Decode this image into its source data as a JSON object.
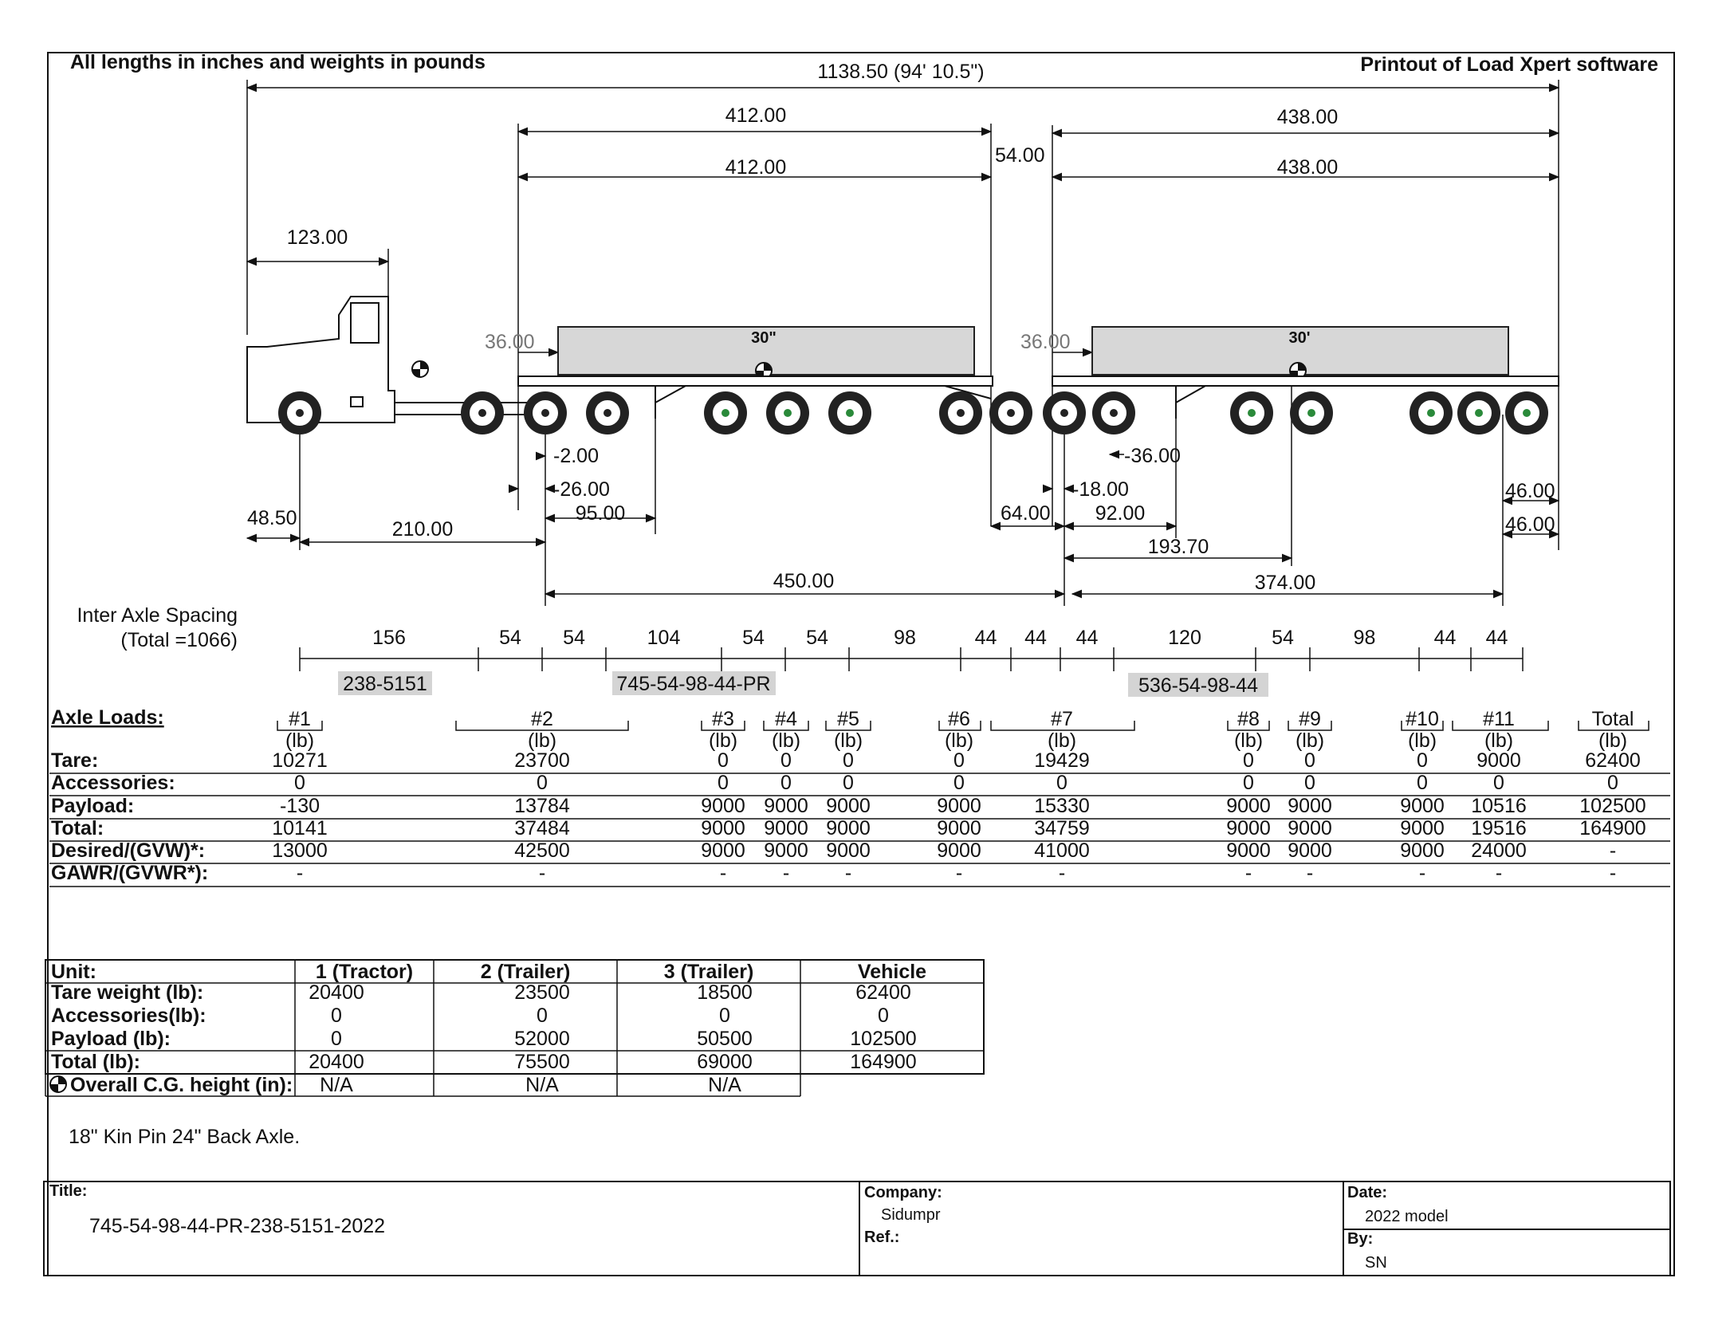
{
  "header": {
    "units_note": "All lengths in inches and weights in pounds",
    "software_note": "Printout of Load Xpert software"
  },
  "dims": {
    "overall": "1138.50 (94' 10.5\")",
    "t1_len_a": "412.00",
    "t1_len_b": "412.00",
    "t2_len_a": "438.00",
    "t2_len_b": "438.00",
    "gap": "54.00",
    "cab": "123.00",
    "kp1": "36.00",
    "kp2": "36.00",
    "load1_label": "30\"",
    "load2_label": "30'",
    "d_m2": "-2.00",
    "d_26": "-26.00",
    "d_95": "95.00",
    "d_36b": "-36.00",
    "d_18": "-18.00",
    "d_92": "92.00",
    "d_64": "64.00",
    "d_46a": "46.00",
    "d_46b": "46.00",
    "d_4850": "48.50",
    "d_210": "210.00",
    "d_1937": "193.70",
    "d_450": "450.00",
    "d_374": "374.00"
  },
  "spacing": {
    "title": "Inter Axle Spacing",
    "total": "(Total =1066)",
    "values": [
      "156",
      "54",
      "54",
      "104",
      "54",
      "54",
      "98",
      "44",
      "44",
      "44",
      "120",
      "54",
      "98",
      "44",
      "44"
    ],
    "group1": "238-5151",
    "group2": "745-54-98-44-PR",
    "group3": "536-54-98-44"
  },
  "axle_loads": {
    "title": "Axle Loads:",
    "unit": "(lb)",
    "rows": [
      "Tare:",
      "Accessories:",
      "Payload:",
      "Total:",
      "Desired/(GVW)*:",
      "GAWR/(GVWR*):"
    ],
    "columns": [
      {
        "h": "#1",
        "v": [
          "10271",
          "0",
          "-130",
          "10141",
          "13000",
          "-"
        ]
      },
      {
        "h": "#2",
        "v": [
          "23700",
          "0",
          "13784",
          "37484",
          "42500",
          "-"
        ]
      },
      {
        "h": "#3",
        "v": [
          "0",
          "0",
          "9000",
          "9000",
          "9000",
          "-"
        ]
      },
      {
        "h": "#4",
        "v": [
          "0",
          "0",
          "9000",
          "9000",
          "9000",
          "-"
        ]
      },
      {
        "h": "#5",
        "v": [
          "0",
          "0",
          "9000",
          "9000",
          "9000",
          "-"
        ]
      },
      {
        "h": "#6",
        "v": [
          "0",
          "0",
          "9000",
          "9000",
          "9000",
          "-"
        ]
      },
      {
        "h": "#7",
        "v": [
          "19429",
          "0",
          "15330",
          "34759",
          "41000",
          "-"
        ]
      },
      {
        "h": "#8",
        "v": [
          "0",
          "0",
          "9000",
          "9000",
          "9000",
          "-"
        ]
      },
      {
        "h": "#9",
        "v": [
          "0",
          "0",
          "9000",
          "9000",
          "9000",
          "-"
        ]
      },
      {
        "h": "#10",
        "v": [
          "0",
          "0",
          "9000",
          "9000",
          "9000",
          "-"
        ]
      },
      {
        "h": "#11",
        "v": [
          "9000",
          "0",
          "10516",
          "19516",
          "24000",
          "-"
        ]
      },
      {
        "h": "Total",
        "v": [
          "62400",
          "0",
          "102500",
          "164900",
          "-",
          "-"
        ]
      }
    ]
  },
  "units_table": {
    "headers": [
      "Unit:",
      "1 (Tractor)",
      "2 (Trailer)",
      "3 (Trailer)",
      "Vehicle"
    ],
    "rows": [
      {
        "label": "Tare weight (lb):",
        "v": [
          "20400",
          "23500",
          "18500",
          "62400"
        ]
      },
      {
        "label": "Accessories(lb):",
        "v": [
          "0",
          "0",
          "0",
          "0"
        ]
      },
      {
        "label": "Payload (lb):",
        "v": [
          "0",
          "52000",
          "50500",
          "102500"
        ]
      },
      {
        "label": "Total (lb):",
        "v": [
          "20400",
          "75500",
          "69000",
          "164900"
        ]
      },
      {
        "label": "Overall C.G. height (in):",
        "v": [
          "N/A",
          "N/A",
          "N/A",
          ""
        ]
      }
    ]
  },
  "note": "18\" Kin Pin 24\" Back Axle.",
  "footer": {
    "title_label": "Title:",
    "title_value": "745-54-98-44-PR-238-5151-2022",
    "company_label": "Company:",
    "company_value": "Sidumpr",
    "ref_label": "Ref.:",
    "date_label": "Date:",
    "date_value": "2022 model",
    "by_label": "By:",
    "by_value": "SN"
  }
}
